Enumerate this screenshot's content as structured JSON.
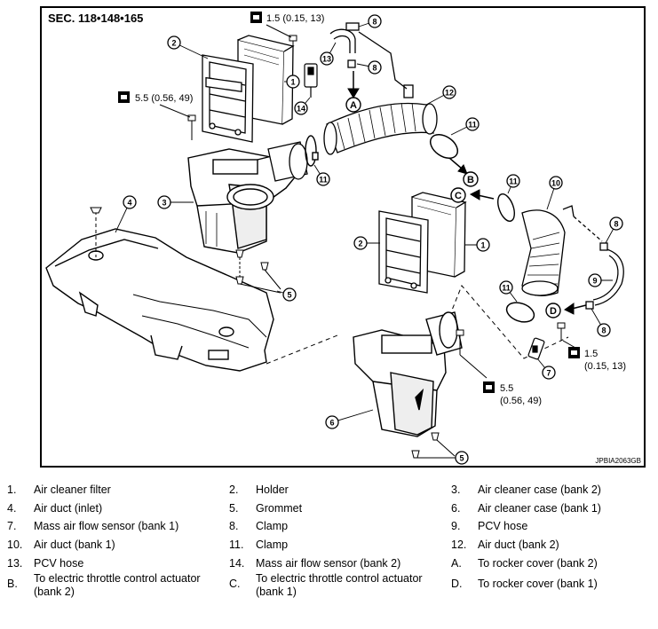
{
  "section": "SEC. 118•148•165",
  "image_code": "JPBIA2063GB",
  "torque_specs": {
    "top": "1.5 (0.15, 13)",
    "left": "5.5 (0.56, 49)",
    "right_line1": "1.5",
    "right_line2": "(0.15, 13)",
    "bottom_line1": "5.5",
    "bottom_line2": "(0.56, 49)"
  },
  "callouts": [
    "1",
    "2",
    "3",
    "4",
    "5",
    "6",
    "7",
    "8",
    "9",
    "10",
    "11",
    "12",
    "13",
    "14"
  ],
  "letters": [
    "A",
    "B",
    "C",
    "D"
  ],
  "legend": [
    {
      "num": "1.",
      "text": "Air cleaner filter"
    },
    {
      "num": "2.",
      "text": "Holder"
    },
    {
      "num": "3.",
      "text": "Air cleaner case (bank 2)"
    },
    {
      "num": "4.",
      "text": "Air duct (inlet)"
    },
    {
      "num": "5.",
      "text": "Grommet"
    },
    {
      "num": "6.",
      "text": "Air cleaner case (bank 1)"
    },
    {
      "num": "7.",
      "text": "Mass air flow sensor (bank 1)"
    },
    {
      "num": "8.",
      "text": "Clamp"
    },
    {
      "num": "9.",
      "text": "PCV hose"
    },
    {
      "num": "10.",
      "text": "Air duct (bank 1)"
    },
    {
      "num": "11.",
      "text": "Clamp"
    },
    {
      "num": "12.",
      "text": "Air duct (bank 2)"
    },
    {
      "num": "13.",
      "text": "PCV hose"
    },
    {
      "num": "14.",
      "text": "Mass air flow sensor (bank 2)"
    },
    {
      "num": "A.",
      "text": "To rocker cover (bank 2)"
    },
    {
      "num": "B.",
      "text": "To electric throttle control actuator (bank 2)",
      "line1": "To electric throttle control actuator",
      "line2": "(bank 2)"
    },
    {
      "num": "C.",
      "text": "To electric throttle control actuator (bank 1)",
      "line1": "To electric throttle control actuator",
      "line2": "(bank 1)"
    },
    {
      "num": "D.",
      "text": "To rocker cover (bank 1)"
    }
  ]
}
